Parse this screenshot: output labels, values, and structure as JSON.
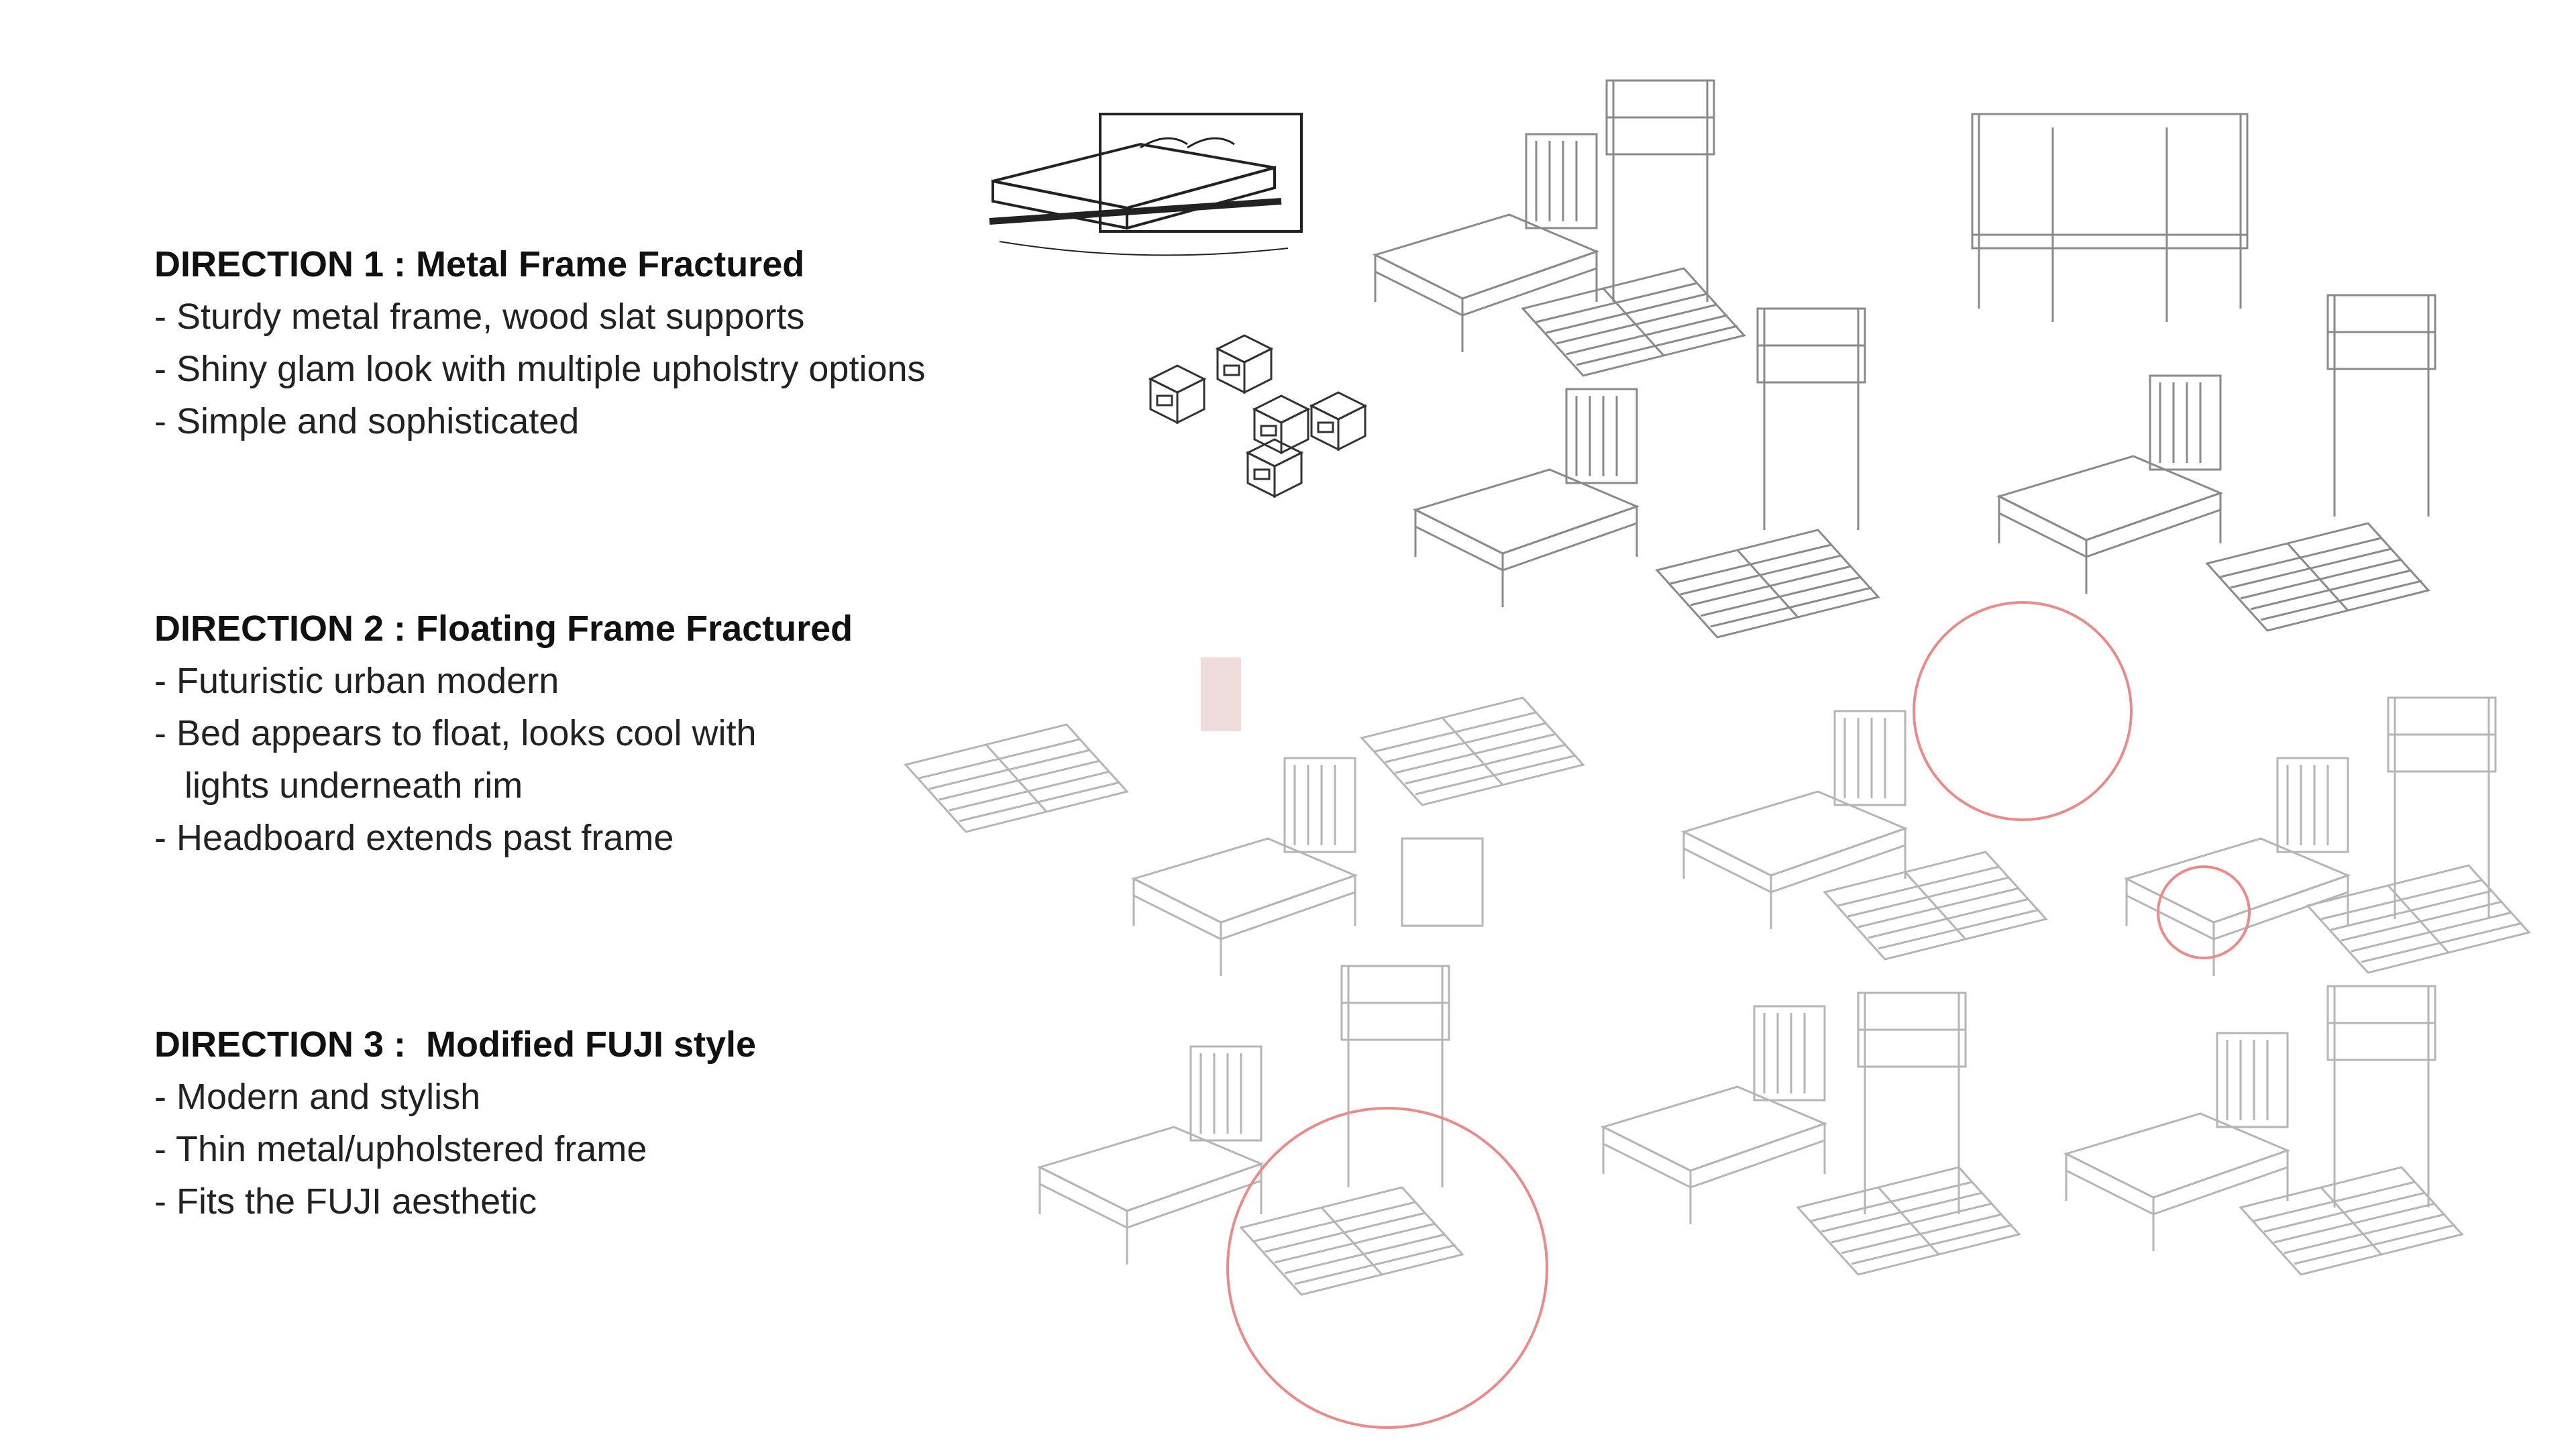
{
  "directions": [
    {
      "title": "DIRECTION 1 : Metal Frame Fractured",
      "bullets": [
        "- Sturdy metal frame, wood slat supports",
        "- Shiny glam look with multiple upholstry options",
        "- Simple and sophisticated"
      ]
    },
    {
      "title": "DIRECTION 2 : Floating Frame Fractured",
      "bullets": [
        "- Futuristic urban modern",
        "- Bed appears to float, looks cool with",
        "   lights underneath rim",
        "- Headboard extends past frame"
      ]
    },
    {
      "title": "DIRECTION 3 :  Modified FUJI style",
      "bullets": [
        "- Modern and stylish",
        "- Thin metal/upholstered frame",
        "- Fits the FUJI aesthetic"
      ]
    }
  ],
  "colors": {
    "text": "#111111",
    "sketch_dark": "#222222",
    "sketch_mid": "#8a8a8a",
    "sketch_light": "#c8c8c8",
    "highlight_circle": "#e98b8b"
  }
}
